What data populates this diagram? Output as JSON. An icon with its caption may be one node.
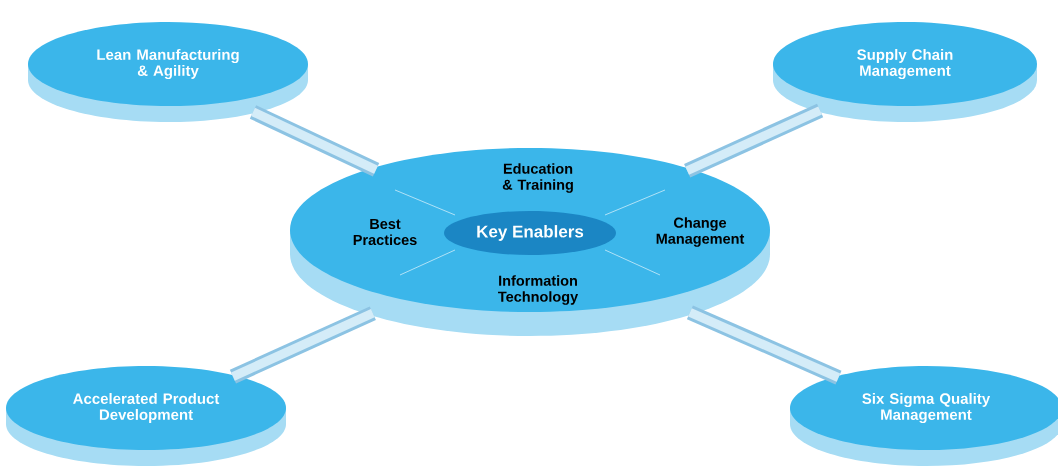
{
  "diagram": {
    "nodes": [
      {
        "text": [
          "Education & Training",
          "Best Practices",
          "Change Management",
          "Information Technology"
        ]
      },
      {
        "text": [
          "Key Enablers"
        ],
        "in": 0
      },
      {
        "text": [
          "Lean Manufacturing & Agility"
        ]
      },
      {
        "text": [
          "Supply Chain Management"
        ]
      },
      {
        "text": [
          "Accelerated Product Development"
        ]
      },
      {
        "text": [
          "Six Sigma Quality Management"
        ]
      }
    ],
    "edges": [
      {
        "from": 0,
        "to": 2,
        "arrow": "none"
      },
      {
        "from": 0,
        "to": 3,
        "arrow": "none"
      },
      {
        "from": 0,
        "to": 4,
        "arrow": "none"
      },
      {
        "from": 0,
        "to": 5,
        "arrow": "none"
      }
    ]
  }
}
